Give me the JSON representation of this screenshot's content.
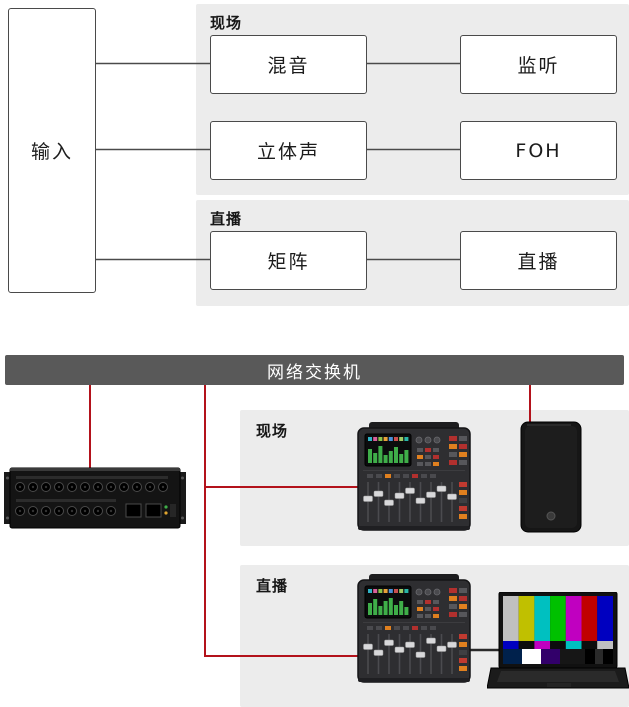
{
  "colors": {
    "accent_red": "#b3121b",
    "panel_gray": "#ececec",
    "switch_gray": "#595959",
    "line_gray": "#4a4a4a",
    "node_border": "#4a4a4a"
  },
  "flow": {
    "input": "输入",
    "live_group": {
      "label": "现场",
      "mix": "混音",
      "monitor": "监听",
      "stereo": "立体声",
      "foh": "FOH"
    },
    "stream_group": {
      "label": "直播",
      "matrix": "矩阵",
      "stream": "直播"
    }
  },
  "network": {
    "switch": "网络交换机",
    "live_section_label": "现场",
    "stream_section_label": "直播"
  }
}
